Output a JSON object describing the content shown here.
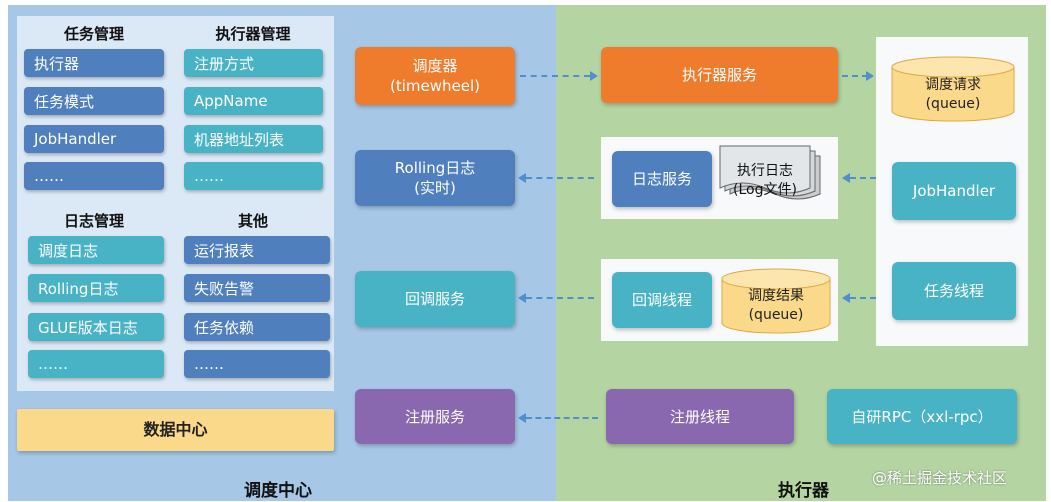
{
  "left_region": {
    "title": "调度中心",
    "task_mgmt": {
      "header": "任务管理",
      "items": [
        "执行器",
        "任务模式",
        "JobHandler",
        "……"
      ]
    },
    "executor_mgmt": {
      "header": "执行器管理",
      "items": [
        "注册方式",
        "AppName",
        "机器地址列表",
        "……"
      ]
    },
    "log_mgmt": {
      "header": "日志管理",
      "items": [
        "调度日志",
        "Rolling日志",
        "GLUE版本日志",
        "……"
      ]
    },
    "other": {
      "header": "其他",
      "items": [
        "运行报表",
        "失败告警",
        "任务依赖",
        "……"
      ]
    },
    "data_center": "数据中心",
    "scheduler": {
      "line1": "调度器",
      "line2": "(timewheel)"
    },
    "rolling_log": {
      "line1": "Rolling日志",
      "line2": "(实时)"
    },
    "callback_service": "回调服务",
    "register_service": "注册服务"
  },
  "right_region": {
    "title": "执行器",
    "executor_service": "执行器服务",
    "log_service": "日志服务",
    "exec_log": {
      "line1": "执行日志",
      "line2": "(Log文件)"
    },
    "callback_thread": "回调线程",
    "schedule_result": {
      "line1": "调度结果",
      "line2": "(queue)"
    },
    "schedule_request": {
      "line1": "调度请求",
      "line2": "(queue)"
    },
    "jobhandler": "JobHandler",
    "task_thread": "任务线程",
    "register_thread": "注册线程",
    "rpc": "自研RPC（xxl-rpc）"
  },
  "watermark": "@稀土掘金技术社区",
  "colors": {
    "left_bg": "#a6c8e6",
    "right_bg": "#b4d5a2",
    "orange": "#ef7b2d",
    "blue": "#4f7fbc",
    "teal": "#49b3c6",
    "purple": "#8a68b0",
    "yellow": "#fbd98a",
    "arrow": "#4f8fd0"
  },
  "icons": [
    "database-cylinder-icon",
    "document-stack-icon",
    "dashed-arrow-icon"
  ]
}
